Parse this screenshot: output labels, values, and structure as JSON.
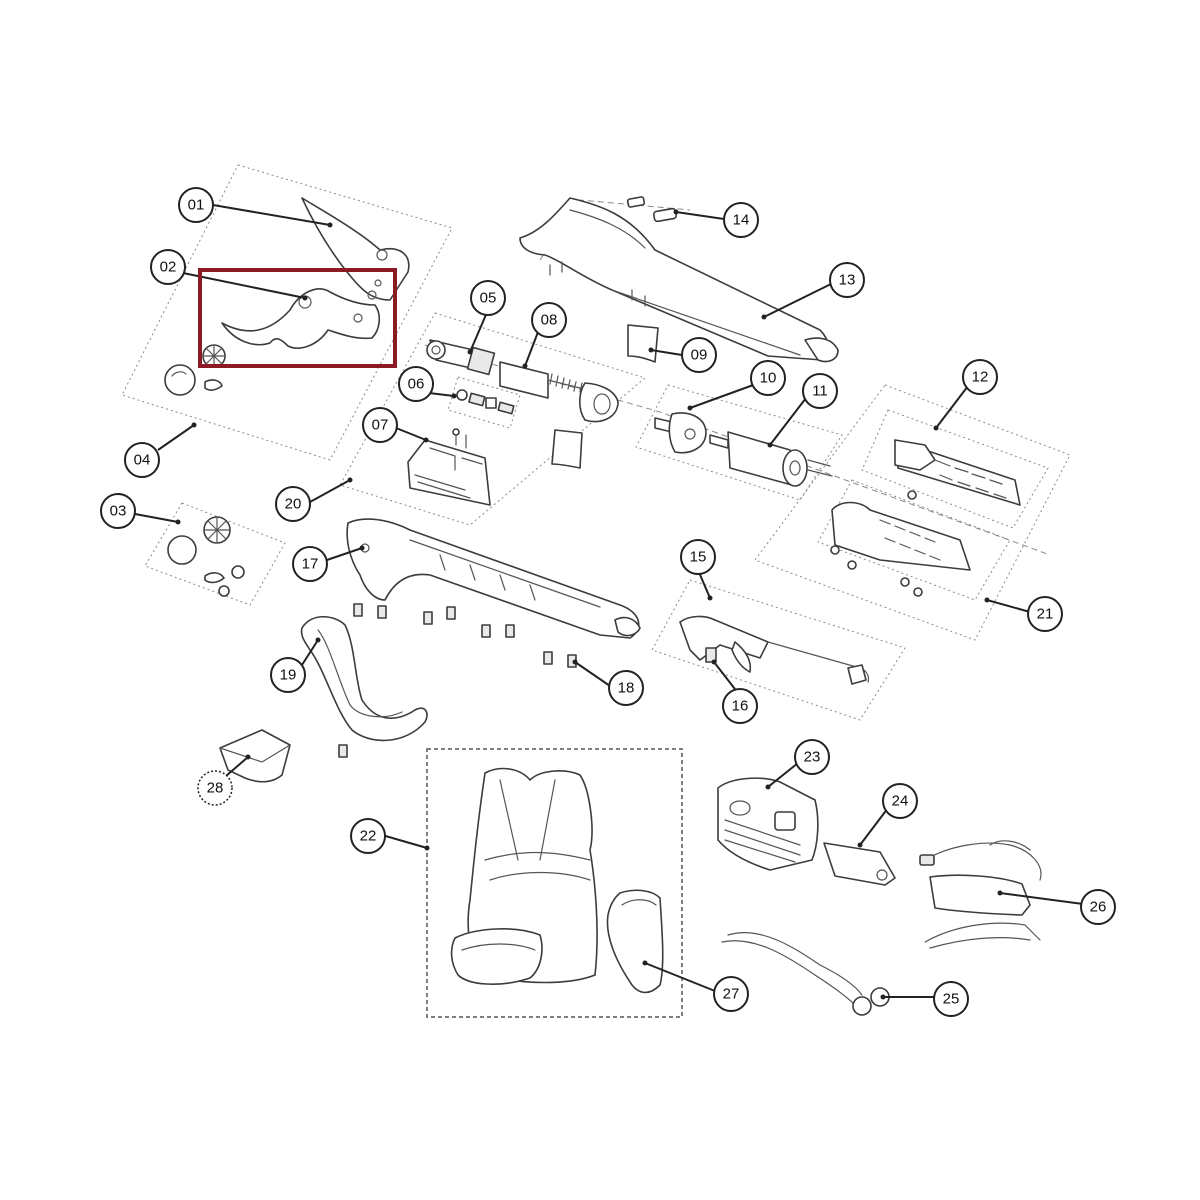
{
  "colors": {
    "line": "#3c3c3c",
    "callout": "#222222",
    "highlight": "#8b1a24",
    "background": "#ffffff"
  },
  "callouts": {
    "c01": "01",
    "c02": "02",
    "c03": "03",
    "c04": "04",
    "c05": "05",
    "c06": "06",
    "c07": "07",
    "c08": "08",
    "c09": "09",
    "c10": "10",
    "c11": "11",
    "c12": "12",
    "c13": "13",
    "c14": "14",
    "c15": "15",
    "c16": "16",
    "c17": "17",
    "c18": "18",
    "c19": "19",
    "c20": "20",
    "c21": "21",
    "c22": "22",
    "c23": "23",
    "c24": "24",
    "c25": "25",
    "c26": "26",
    "c27": "27",
    "c28": "28"
  },
  "highlighted_part": "02"
}
